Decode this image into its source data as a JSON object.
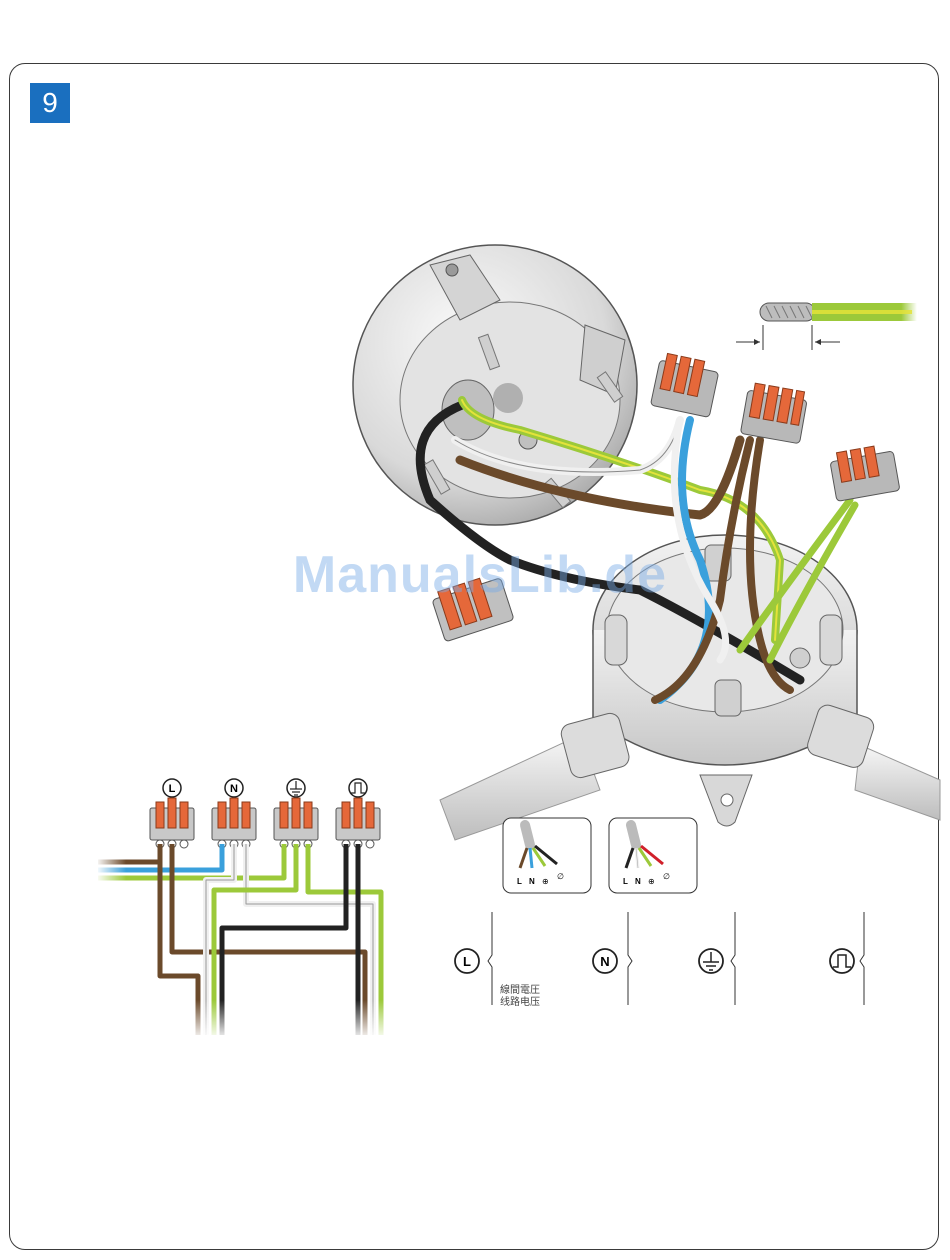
{
  "step": {
    "number": "9"
  },
  "watermark": "ManualsLib.de",
  "colors": {
    "badge": "#1a6fbf",
    "live_brown": "#6b4a2b",
    "neutral_blue": "#3aa0dc",
    "earth_green": "#9cc93a",
    "earth_yellow": "#e4e33a",
    "switched_black": "#222222",
    "white_wire": "#f0f0f0",
    "connector_orange": "#e5683a"
  },
  "wiring_diagram": {
    "terminals": [
      {
        "symbol": "L",
        "icon": "live-icon"
      },
      {
        "symbol": "N",
        "icon": "neutral-icon"
      },
      {
        "symbol": "",
        "icon": "earth-icon"
      },
      {
        "symbol": "",
        "icon": "switched-live-icon"
      }
    ]
  },
  "cable_cards": [
    {
      "labels": [
        "L",
        "N",
        "⊕",
        "∅"
      ],
      "wires": [
        "brown",
        "blue",
        "green",
        "black"
      ]
    },
    {
      "labels": [
        "L",
        "N",
        "⊕",
        "∅"
      ],
      "wires": [
        "black",
        "white",
        "green",
        "red"
      ]
    }
  ],
  "legend": {
    "live_symbol": "L",
    "neutral_symbol": "N",
    "live_note_traditional": "線間電圧",
    "live_note_simplified": "线路电压"
  }
}
